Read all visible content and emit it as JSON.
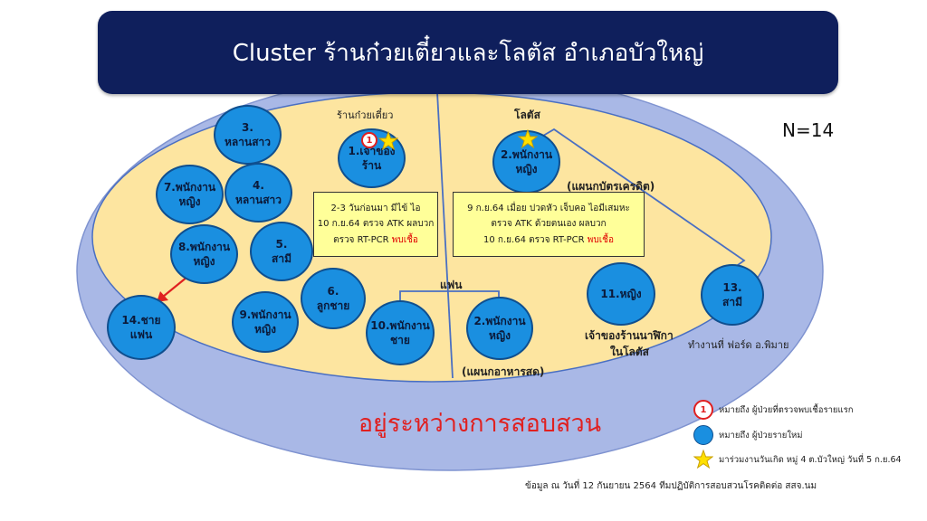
{
  "title": "Cluster ร้านก๋วยเตี๋ยวและโลตัส  อำเภอบัวใหญ่",
  "n_label": "N=14",
  "sections": {
    "noodle_shop": "ร้านก๋วยเตี๋ยว",
    "lotus": "โลตัส",
    "credit_card_dept": "(แผนกบัตรเครดิต)",
    "fresh_food_dept": "(แผนกอาหารสด)",
    "partner": "แฟน",
    "watch_shop_owner_line1": "เจ้าของร้านนาฬิกา",
    "watch_shop_owner_line2": "ในโลตัส",
    "works_at": "ทำงานที่ ฟอร์ด อ.พิมาย"
  },
  "cases": [
    {
      "id": "c1",
      "line1": "1.เจ้าของร้าน",
      "line2": ""
    },
    {
      "id": "c2a",
      "line1": "2.พนักงาน",
      "line2": "หญิง"
    },
    {
      "id": "c2b",
      "line1": "2.พนักงาน",
      "line2": "หญิง"
    },
    {
      "id": "c3",
      "line1": "3.",
      "line2": "หลานสาว"
    },
    {
      "id": "c4",
      "line1": "4.",
      "line2": "หลานสาว"
    },
    {
      "id": "c5",
      "line1": "5.",
      "line2": "สามี"
    },
    {
      "id": "c6",
      "line1": "6.",
      "line2": "ลูกชาย"
    },
    {
      "id": "c7",
      "line1": "7.พนักงาน",
      "line2": "หญิง"
    },
    {
      "id": "c8",
      "line1": "8.พนักงาน",
      "line2": "หญิง"
    },
    {
      "id": "c9",
      "line1": "9.พนักงาน",
      "line2": "หญิง"
    },
    {
      "id": "c10",
      "line1": "10.พนักงาน",
      "line2": "ชาย"
    },
    {
      "id": "c11",
      "line1": "11.หญิง",
      "line2": ""
    },
    {
      "id": "c13",
      "line1": "13.",
      "line2": "สามี"
    },
    {
      "id": "c14",
      "line1": "14.ชาย",
      "line2": "แฟน"
    }
  ],
  "first_case_marker": "1",
  "notes": {
    "left": {
      "line1": "2-3 วันก่อนมา มีไข้ ไอ",
      "line2": "10 ก.ย.64  ตรวจ ATK ผลบวก",
      "line3_prefix": "ตรวจ RT-PCR ",
      "line3_highlight": "พบเชื้อ"
    },
    "right": {
      "line1": "9 ก.ย.64 เมื่อย ปวดหัว เจ็บคอ ไอมีเสมหะ",
      "line2": "ตรวจ ATK ด้วยตนเอง ผลบวก",
      "line3_prefix": "10 ก.ย.64 ตรวจ RT-PCR ",
      "line3_highlight": "พบเชื้อ"
    }
  },
  "investigating": "อยู่ระหว่างการสอบสวน",
  "legend": {
    "first_case_symbol": "1",
    "first_case": "หมายถึง  ผู้ป่วยที่ตรวจพบเชื้อรายแรก",
    "new_case": "หมายถึง  ผู้ป่วยรายใหม่",
    "star": "มาร่วมงานวันเกิด หมู่ 4 ต.บัวใหญ่ วันที่ 5 ก.ย.64"
  },
  "footer": "ข้อมูล ณ วันที่  12  กันยายน  2564   ทีมปฏิบัติการสอบสวนโรคติดต่อ   สสจ.นม",
  "colors": {
    "banner": "#0f1f5c",
    "outer_ellipse": "#a9b8e6",
    "inner_ellipse": "#fde5a0",
    "case_fill": "#1a8fe0",
    "case_border": "#0f4f8f",
    "note_fill": "#ffff99",
    "alert_red": "#e02020",
    "star": "#ffe000",
    "connector": "#4a6fc2"
  }
}
